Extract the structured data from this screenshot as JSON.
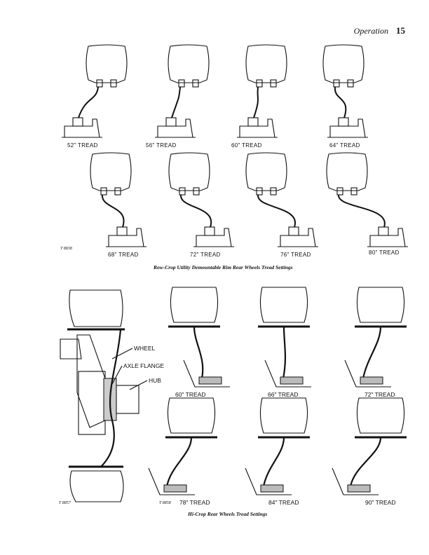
{
  "header": {
    "section": "Operation",
    "page": "15"
  },
  "row_crop": {
    "labels": [
      "52\" TREAD",
      "56\" TREAD",
      "60\" TREAD",
      "64\" TREAD",
      "68\" TREAD",
      "72\" TREAD",
      "76\" TREAD",
      "80\" TREAD"
    ],
    "figure_id": "T 8838",
    "caption": "Row-Crop Utility Demountable Rim Rear Wheels Tread Settings"
  },
  "hi_crop": {
    "callouts": {
      "wheel": "WHEEL",
      "axle_flange": "AXLE FLANGE",
      "hub": "HUB"
    },
    "labels": [
      "60\" TREAD",
      "66\" TREAD",
      "72\" TREAD",
      "78\" TREAD",
      "84\" TREAD",
      "90\" TREAD"
    ],
    "figure_id_left": "T 8857",
    "figure_id_right": "T 8858",
    "caption": "Hi-Crop Rear Wheels Tread Settings"
  }
}
